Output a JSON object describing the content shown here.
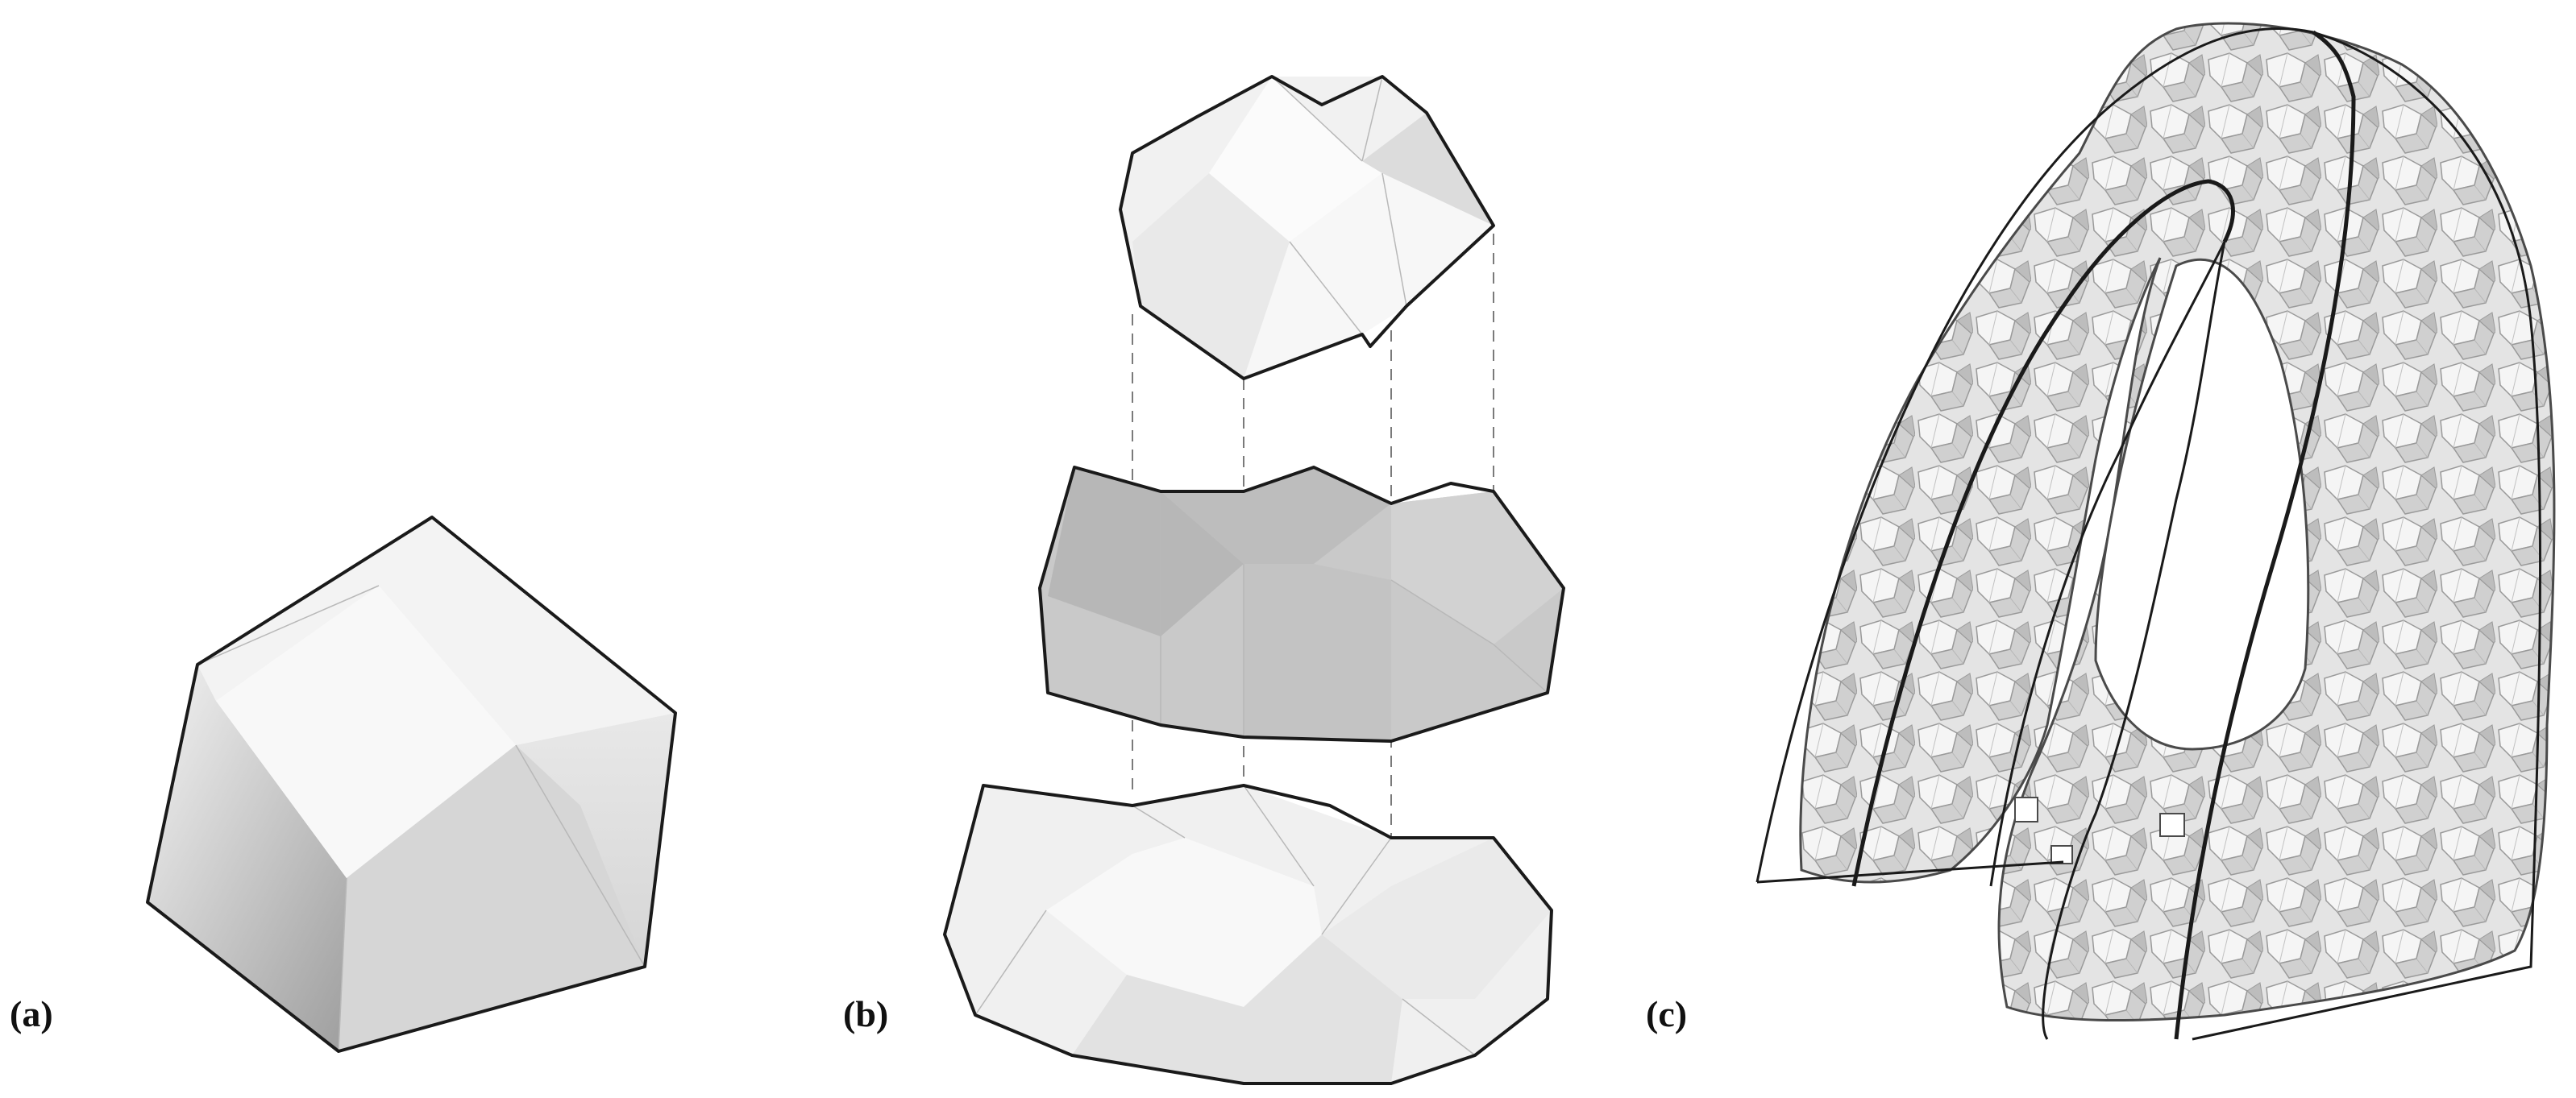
{
  "labels": {
    "a": "(a)",
    "b": "(b)",
    "c": "(c)"
  },
  "colors": {
    "light_face": "#f2f2f2",
    "mid_face": "#e2e2e2",
    "dark_face": "#bdbdbd",
    "gray_layer": "#c9c9c9",
    "outline": "#1a1a1a"
  }
}
